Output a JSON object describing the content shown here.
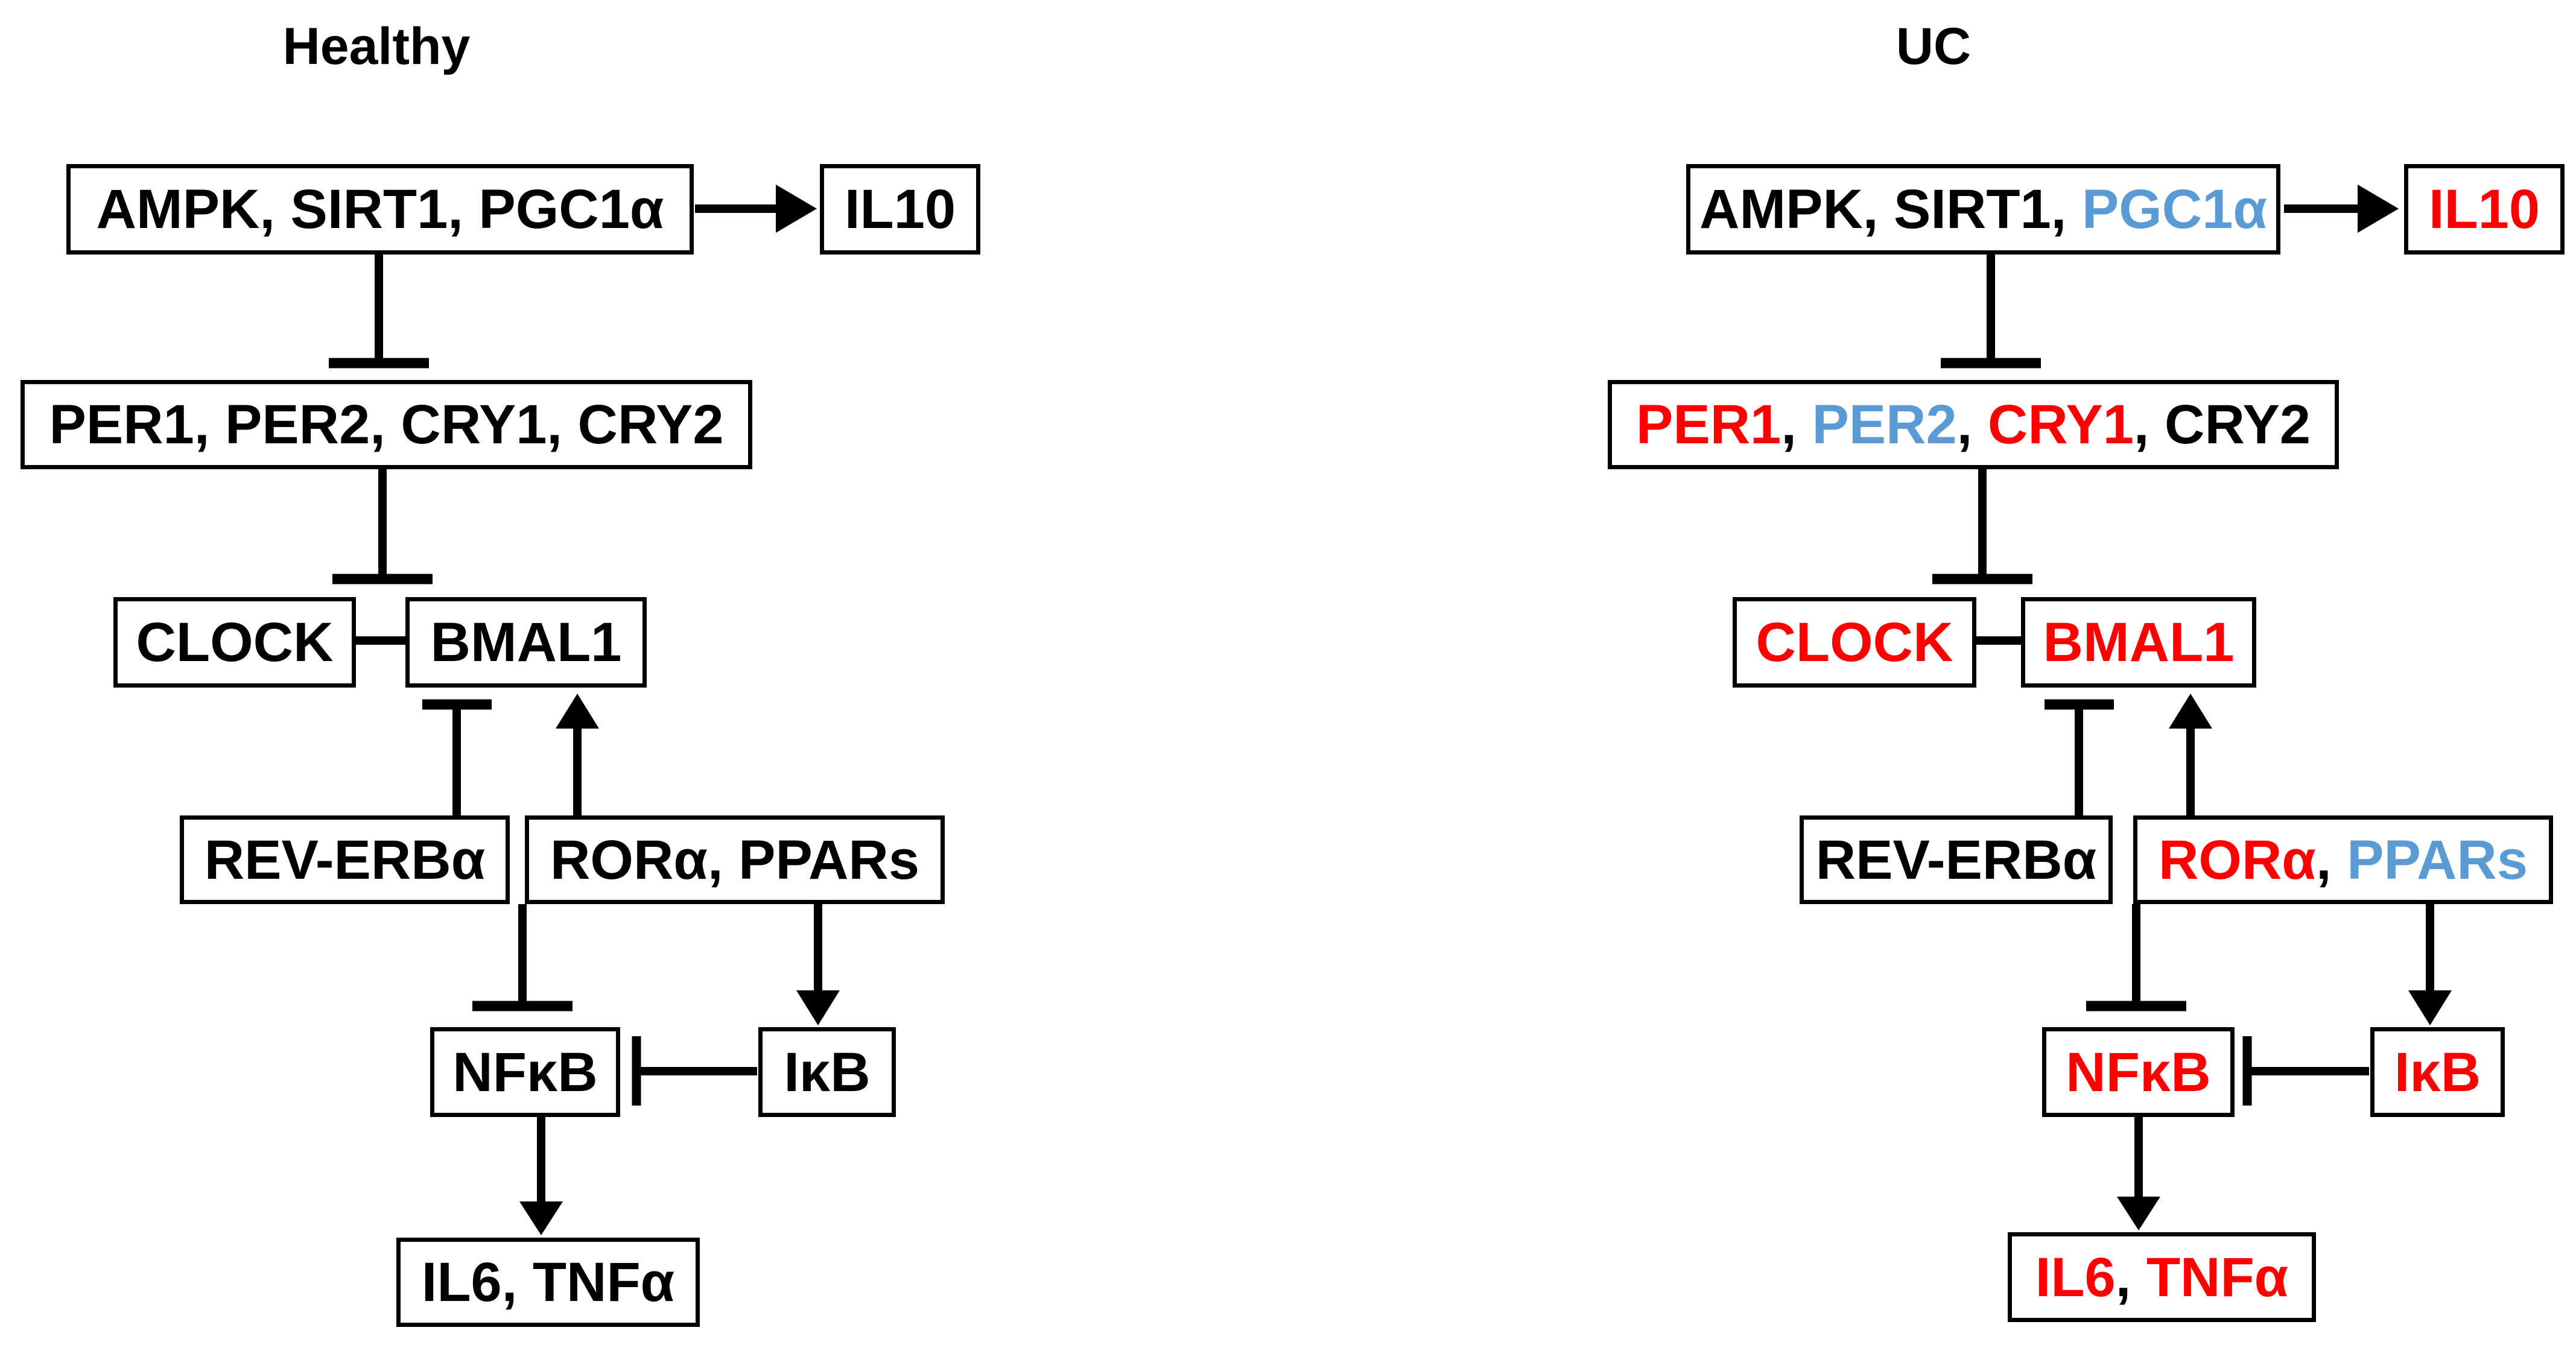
{
  "figure": {
    "type": "signaling-pathway-diagram",
    "description_visible_text_only": true
  },
  "colors": {
    "normal_black": "#000000",
    "upregulated_red": "#FF0000",
    "downregulated_blue": "#5B9BD5",
    "background": "#FFFFFF",
    "box_border": "#000000",
    "connector": "#000000"
  },
  "panels": {
    "healthy": {
      "title": "Healthy",
      "nodes": {
        "ampk_sirt1_pgc1a": {
          "segments": [
            {
              "text": "AMPK, SIRT1, PGC1α",
              "color": "black"
            }
          ]
        },
        "il10": {
          "segments": [
            {
              "text": "IL10",
              "color": "black"
            }
          ]
        },
        "per_cry": {
          "segments": [
            {
              "text": "PER1, PER2, CRY1, CRY2",
              "color": "black"
            }
          ]
        },
        "clock": {
          "segments": [
            {
              "text": "CLOCK",
              "color": "black"
            }
          ]
        },
        "bmal1": {
          "segments": [
            {
              "text": "BMAL1",
              "color": "black"
            }
          ]
        },
        "rev_erba": {
          "segments": [
            {
              "text": "REV-ERBα",
              "color": "black"
            }
          ]
        },
        "rora_ppars": {
          "segments": [
            {
              "text": "RORα, PPARs",
              "color": "black"
            }
          ]
        },
        "nfkb": {
          "segments": [
            {
              "text": "NFκB",
              "color": "black"
            }
          ]
        },
        "ikb": {
          "segments": [
            {
              "text": "IκB",
              "color": "black"
            }
          ]
        },
        "il6_tnfa": {
          "segments": [
            {
              "text": "IL6, TNFα",
              "color": "black"
            }
          ]
        }
      },
      "edges": [
        {
          "from": "ampk_sirt1_pgc1a",
          "to": "il10",
          "type": "activation-arrow"
        },
        {
          "from": "ampk_sirt1_pgc1a",
          "to": "per_cry",
          "type": "inhibition-tbar"
        },
        {
          "from": "per_cry",
          "to": "clock_bmal1",
          "type": "inhibition-tbar"
        },
        {
          "from": "clock",
          "to": "bmal1",
          "type": "complex-link"
        },
        {
          "from": "rev_erba",
          "to": "bmal1",
          "type": "inhibition-tbar"
        },
        {
          "from": "rora_ppars",
          "to": "bmal1",
          "type": "activation-arrow"
        },
        {
          "from": "rev_erba",
          "to": "nfkb",
          "type": "inhibition-tbar"
        },
        {
          "from": "rora_ppars",
          "to": "ikb",
          "type": "activation-arrow"
        },
        {
          "from": "ikb",
          "to": "nfkb",
          "type": "inhibition-tbar"
        },
        {
          "from": "nfkb",
          "to": "il6_tnfa",
          "type": "activation-arrow"
        }
      ]
    },
    "uc": {
      "title": "UC",
      "nodes": {
        "ampk_sirt1_pgc1a": {
          "segments": [
            {
              "text": "AMPK, SIRT1, ",
              "color": "black"
            },
            {
              "text": "PGC1α",
              "color": "blue"
            }
          ]
        },
        "il10": {
          "segments": [
            {
              "text": "IL10",
              "color": "red"
            }
          ]
        },
        "per_cry": {
          "segments": [
            {
              "text": "PER1",
              "color": "red"
            },
            {
              "text": ", ",
              "color": "black"
            },
            {
              "text": "PER2",
              "color": "blue"
            },
            {
              "text": ", ",
              "color": "black"
            },
            {
              "text": "CRY1",
              "color": "red"
            },
            {
              "text": ", ",
              "color": "black"
            },
            {
              "text": "CRY2",
              "color": "black"
            }
          ]
        },
        "clock": {
          "segments": [
            {
              "text": "CLOCK",
              "color": "red"
            }
          ]
        },
        "bmal1": {
          "segments": [
            {
              "text": "BMAL1",
              "color": "red"
            }
          ]
        },
        "rev_erba": {
          "segments": [
            {
              "text": "REV-ERBα",
              "color": "black"
            }
          ]
        },
        "rora_ppars": {
          "segments": [
            {
              "text": "RORα",
              "color": "red"
            },
            {
              "text": ", ",
              "color": "black"
            },
            {
              "text": "PPARs",
              "color": "blue"
            }
          ]
        },
        "nfkb": {
          "segments": [
            {
              "text": "NFκB",
              "color": "red"
            }
          ]
        },
        "ikb": {
          "segments": [
            {
              "text": "IκB",
              "color": "red"
            }
          ]
        },
        "il6_tnfa": {
          "segments": [
            {
              "text": "IL6",
              "color": "red"
            },
            {
              "text": ", ",
              "color": "black"
            },
            {
              "text": "TNFα",
              "color": "red"
            }
          ]
        }
      },
      "edges": [
        {
          "from": "ampk_sirt1_pgc1a",
          "to": "il10",
          "type": "activation-arrow"
        },
        {
          "from": "ampk_sirt1_pgc1a",
          "to": "per_cry",
          "type": "inhibition-tbar"
        },
        {
          "from": "per_cry",
          "to": "clock_bmal1",
          "type": "inhibition-tbar"
        },
        {
          "from": "clock",
          "to": "bmal1",
          "type": "complex-link"
        },
        {
          "from": "rev_erba",
          "to": "bmal1",
          "type": "inhibition-tbar"
        },
        {
          "from": "rora_ppars",
          "to": "bmal1",
          "type": "activation-arrow"
        },
        {
          "from": "rev_erba",
          "to": "nfkb",
          "type": "inhibition-tbar"
        },
        {
          "from": "rora_ppars",
          "to": "ikb",
          "type": "activation-arrow"
        },
        {
          "from": "ikb",
          "to": "nfkb",
          "type": "inhibition-tbar"
        },
        {
          "from": "nfkb",
          "to": "il6_tnfa",
          "type": "activation-arrow"
        }
      ]
    }
  }
}
